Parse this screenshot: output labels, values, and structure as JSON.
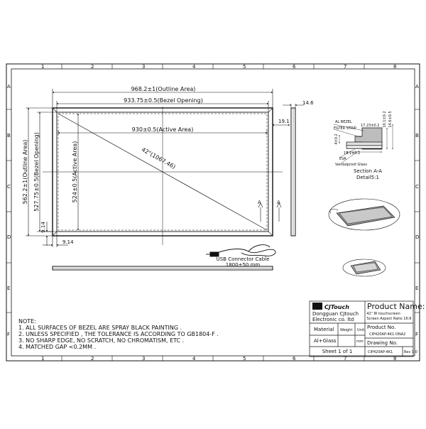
{
  "grid": {
    "columns": [
      "1",
      "2",
      "3",
      "4",
      "5",
      "6",
      "7",
      "8"
    ],
    "rows": [
      "A",
      "B",
      "C",
      "D",
      "E",
      "F"
    ]
  },
  "front_view": {
    "outline_width": "968.2±1(Outline Area)",
    "bezel_width": "933.75±0.5(Bezel Opening)",
    "active_width": "930±0.5(Active Area)",
    "outline_height": "562.2±1(Outline Area)",
    "bezel_height": "527.75±0.5(Bezel Opening)",
    "active_height": "524±0.5(Active Area)",
    "diagonal": "42\"(1067.46)",
    "edge_left": "9.14",
    "edge_bottom": "9.14",
    "side_thickness": "14.6",
    "side_offset": "19.1",
    "section_marker": "A",
    "usb_cable": "USB Connector Cable",
    "usb_length": "1800±50 mm"
  },
  "section": {
    "al_bezel": "AL BEZEL",
    "filter_strip": "FILTER STRIP",
    "dim_a": "17.23±0.2",
    "dim_b": "10.1±0.2",
    "dim_c": "14.6±0.5",
    "dim_d": "4±0.2",
    "dim_e": "19.1±0.2",
    "eva": "EVA",
    "glass": "Vandalproof Glass",
    "title": "Section A-A",
    "detail": "Detail5:1"
  },
  "notes": {
    "heading": "NOTE:",
    "items": [
      "1. ALL SURFACES OF BEZEL ARE SPRAY BLACK PAINTING .",
      "2. UNLESS SPECIFIED , THE TOLERANCE IS ACCORDING TO GB1804-F .",
      "3. NO SHARP EDGE, NO SCRATCH, NO CHROMATISM, ETC .",
      "4. MATCHED GAP <0.2MM ."
    ]
  },
  "title_block": {
    "logo": "CJTouch",
    "company_line1": "Dongguan CJtouch",
    "company_line2": "Electronic co. ltd",
    "product_name_label": "Product Name:",
    "product_name_line1": "42\" IR touchscreen",
    "product_name_line2": "Screen Aspect Ratio 16:9",
    "material_label": "Material",
    "weight_label": "Weight",
    "unit_label": "Unit",
    "material_value": "Al+Glass",
    "unit_value": "mm",
    "sheet": "Sheet 1 of 1",
    "product_no_label": "Product No.",
    "product_no": "CIP420AP-4K1-DNA2",
    "drawing_no_label": "Drawing No.",
    "drawing_no": "CIP420AP-4K1",
    "rev": "Rev 1.0"
  },
  "colors": {
    "line": "#111111",
    "background": "#ffffff",
    "shading": "#9a9a9a"
  }
}
